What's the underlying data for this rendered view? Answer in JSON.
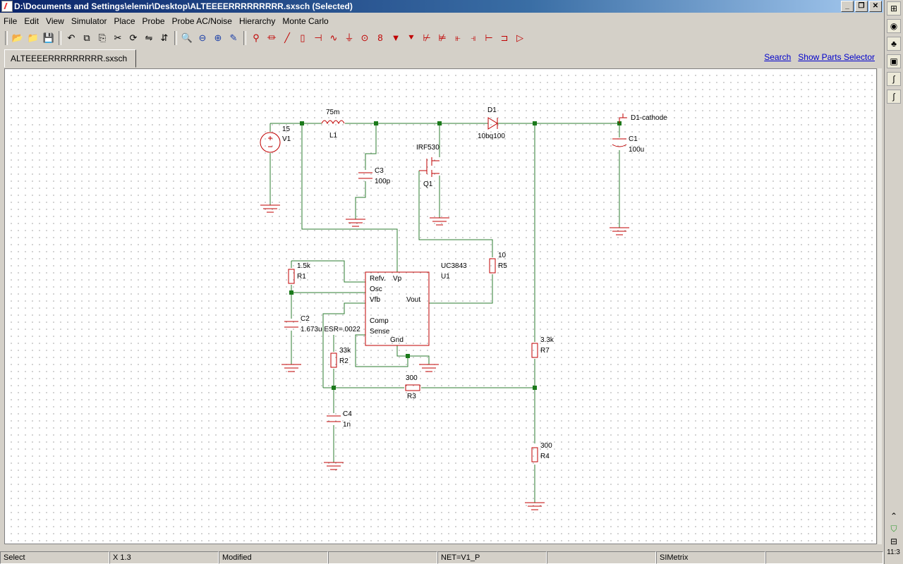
{
  "window": {
    "title": "D:\\Documents and Settings\\elemir\\Desktop\\ALTEEEERRRRRRRRR.sxsch (Selected)",
    "buttons": [
      "_",
      "❐",
      "✕"
    ]
  },
  "menu": [
    "File",
    "Edit",
    "View",
    "Simulator",
    "Place",
    "Probe",
    "Probe AC/Noise",
    "Hierarchy",
    "Monte Carlo"
  ],
  "toolbar": {
    "groups": [
      [
        {
          "icon": "open-folder-icon",
          "glyph": "📂"
        },
        {
          "icon": "open-icon",
          "glyph": "📁"
        },
        {
          "icon": "save-icon",
          "glyph": "💾"
        }
      ],
      [
        {
          "icon": "undo-icon",
          "glyph": "↶"
        },
        {
          "icon": "copy-icon",
          "glyph": "⧉"
        },
        {
          "icon": "paste-icon",
          "glyph": "⎘"
        },
        {
          "icon": "cut-icon",
          "glyph": "✂"
        },
        {
          "icon": "rotate-icon",
          "glyph": "⟳"
        },
        {
          "icon": "mirror-icon",
          "glyph": "⇋"
        },
        {
          "icon": "flip-icon",
          "glyph": "⇵"
        }
      ],
      [
        {
          "icon": "zoom-box-icon",
          "glyph": "🔍"
        },
        {
          "icon": "zoom-out-icon",
          "glyph": "⊖"
        },
        {
          "icon": "zoom-in-icon",
          "glyph": "⊕"
        },
        {
          "icon": "pencil-icon",
          "glyph": "✎"
        }
      ],
      [
        {
          "icon": "probe-icon",
          "glyph": "⚲"
        },
        {
          "icon": "resistor-icon",
          "glyph": "⏛"
        },
        {
          "icon": "wire-icon",
          "glyph": "╱"
        },
        {
          "icon": "resistor-v-icon",
          "glyph": "▯"
        },
        {
          "icon": "capacitor-icon",
          "glyph": "⊣"
        },
        {
          "icon": "inductor-icon",
          "glyph": "∿"
        },
        {
          "icon": "ground-icon",
          "glyph": "⏚"
        },
        {
          "icon": "voltage-source-icon",
          "glyph": "⊙"
        },
        {
          "icon": "current-source-icon",
          "glyph": "8"
        },
        {
          "icon": "diode-icon",
          "glyph": "▼"
        },
        {
          "icon": "zener-icon",
          "glyph": "⯆"
        },
        {
          "icon": "npn-icon",
          "glyph": "⊬"
        },
        {
          "icon": "pnp-icon",
          "glyph": "⊭"
        },
        {
          "icon": "nmos-icon",
          "glyph": "⫦"
        },
        {
          "icon": "pmos-icon",
          "glyph": "⫣"
        },
        {
          "icon": "jfet-icon",
          "glyph": "⊢"
        },
        {
          "icon": "port-icon",
          "glyph": "⊐"
        },
        {
          "icon": "opamp-icon",
          "glyph": "▷"
        }
      ]
    ]
  },
  "tab": {
    "label": "ALTEEEERRRRRRRRR.sxsch"
  },
  "links": {
    "search": "Search",
    "parts_selector": "Show Parts Selector"
  },
  "schematic": {
    "V1": {
      "value": "15",
      "ref": "V1"
    },
    "L1": {
      "value": "75m",
      "ref": "L1"
    },
    "D1": {
      "value": "10bq100",
      "ref": "D1"
    },
    "C1": {
      "value": "100u",
      "ref": "C1"
    },
    "C3": {
      "value": "100p",
      "ref": "C3"
    },
    "Q1": {
      "value": "IRF530",
      "ref": "Q1"
    },
    "R1": {
      "value": "1.5k",
      "ref": "R1"
    },
    "C2": {
      "value": "1.673u ESR=.0022",
      "ref": "C2"
    },
    "R2": {
      "value": "33k",
      "ref": "R2"
    },
    "C4": {
      "value": "1n",
      "ref": "C4"
    },
    "R3": {
      "value": "300",
      "ref": "R3"
    },
    "R4": {
      "value": "300",
      "ref": "R4"
    },
    "R5": {
      "value": "10",
      "ref": "R5"
    },
    "R7": {
      "value": "3.3k",
      "ref": "R7"
    },
    "U1": {
      "value": "UC3843",
      "ref": "U1",
      "pins": {
        "refv": "Refv.",
        "vp": "Vp",
        "osc": "Osc",
        "vfb": "Vfb",
        "vout": "Vout",
        "comp": "Comp",
        "sense": "Sense",
        "gnd": "Gnd"
      }
    },
    "probe_label": "D1-cathode"
  },
  "statusbar": {
    "mode": "Select",
    "coord": "X  1.3",
    "state": "Modified",
    "net": "NET=V1_P",
    "app": "SIMetrix"
  },
  "rightbar": {
    "clock": "11:3"
  },
  "colors": {
    "wire": "#2e7d32",
    "part": "#c00000",
    "junction": "#1b7a1b",
    "link": "#0000cc",
    "title_start": "#0a246a"
  }
}
